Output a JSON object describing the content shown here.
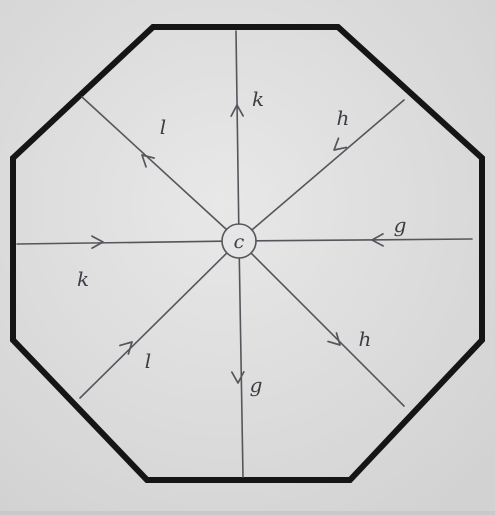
{
  "figure": {
    "center_label": "c",
    "edges": [
      {
        "id": "north",
        "label": "k",
        "direction": "outward"
      },
      {
        "id": "north-east",
        "label": "h",
        "direction": "inward"
      },
      {
        "id": "east",
        "label": "g",
        "direction": "inward"
      },
      {
        "id": "south-east",
        "label": "h",
        "direction": "outward"
      },
      {
        "id": "south",
        "label": "g",
        "direction": "outward"
      },
      {
        "id": "south-west",
        "label": "l",
        "direction": "inward"
      },
      {
        "id": "west",
        "label": "k",
        "direction": "inward"
      },
      {
        "id": "north-west",
        "label": "l",
        "direction": "outward"
      }
    ]
  },
  "colors": {
    "background": "#c9c9c9",
    "paper": "#e2e2e2",
    "octagon_stroke": "#151515",
    "pencil": "#55555c"
  }
}
